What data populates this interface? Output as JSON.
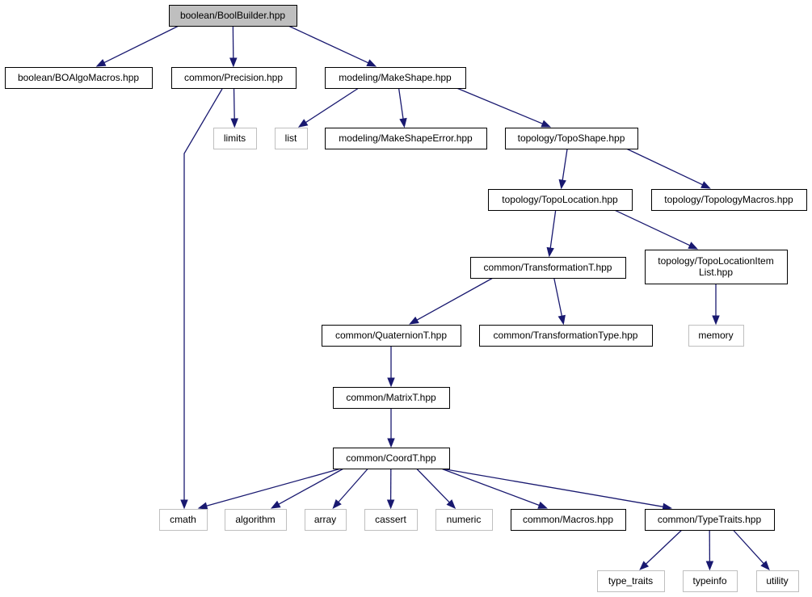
{
  "diagram": {
    "nodes": [
      {
        "id": "root",
        "kind": "root",
        "lines": [
          "boolean/BoolBuilder.hpp"
        ]
      },
      {
        "id": "boalgo",
        "kind": "local",
        "lines": [
          "boolean/BOAlgoMacros.hpp"
        ]
      },
      {
        "id": "precision",
        "kind": "local",
        "lines": [
          "common/Precision.hpp"
        ]
      },
      {
        "id": "makeshape",
        "kind": "local",
        "lines": [
          "modeling/MakeShape.hpp"
        ]
      },
      {
        "id": "limits",
        "kind": "system",
        "lines": [
          "limits"
        ]
      },
      {
        "id": "list",
        "kind": "system",
        "lines": [
          "list"
        ]
      },
      {
        "id": "makeshapeerror",
        "kind": "local",
        "lines": [
          "modeling/MakeShapeError.hpp"
        ]
      },
      {
        "id": "toposhape",
        "kind": "local",
        "lines": [
          "topology/TopoShape.hpp"
        ]
      },
      {
        "id": "topolocation",
        "kind": "local",
        "lines": [
          "topology/TopoLocation.hpp"
        ]
      },
      {
        "id": "topologymacros",
        "kind": "local",
        "lines": [
          "topology/TopologyMacros.hpp"
        ]
      },
      {
        "id": "transformationt",
        "kind": "local",
        "lines": [
          "common/TransformationT.hpp"
        ]
      },
      {
        "id": "topolocationitemlist",
        "kind": "local",
        "lines": [
          "topology/TopoLocationItem",
          "List.hpp"
        ]
      },
      {
        "id": "quaterniont",
        "kind": "local",
        "lines": [
          "common/QuaternionT.hpp"
        ]
      },
      {
        "id": "transformationtype",
        "kind": "local",
        "lines": [
          "common/TransformationType.hpp"
        ]
      },
      {
        "id": "memory",
        "kind": "system",
        "lines": [
          "memory"
        ]
      },
      {
        "id": "matrixt",
        "kind": "local",
        "lines": [
          "common/MatrixT.hpp"
        ]
      },
      {
        "id": "coordt",
        "kind": "local",
        "lines": [
          "common/CoordT.hpp"
        ]
      },
      {
        "id": "cmath",
        "kind": "system",
        "lines": [
          "cmath"
        ]
      },
      {
        "id": "algorithm",
        "kind": "system",
        "lines": [
          "algorithm"
        ]
      },
      {
        "id": "array",
        "kind": "system",
        "lines": [
          "array"
        ]
      },
      {
        "id": "cassert",
        "kind": "system",
        "lines": [
          "cassert"
        ]
      },
      {
        "id": "numeric",
        "kind": "system",
        "lines": [
          "numeric"
        ]
      },
      {
        "id": "macros",
        "kind": "local",
        "lines": [
          "common/Macros.hpp"
        ]
      },
      {
        "id": "typetraits",
        "kind": "local",
        "lines": [
          "common/TypeTraits.hpp"
        ]
      },
      {
        "id": "type_traits",
        "kind": "system",
        "lines": [
          "type_traits"
        ]
      },
      {
        "id": "typeinfo",
        "kind": "system",
        "lines": [
          "typeinfo"
        ]
      },
      {
        "id": "utility",
        "kind": "system",
        "lines": [
          "utility"
        ]
      }
    ],
    "edges": [
      {
        "from": "root",
        "to": "boalgo"
      },
      {
        "from": "root",
        "to": "precision"
      },
      {
        "from": "root",
        "to": "makeshape"
      },
      {
        "from": "precision",
        "to": "limits"
      },
      {
        "from": "precision",
        "to": "cmath"
      },
      {
        "from": "makeshape",
        "to": "list"
      },
      {
        "from": "makeshape",
        "to": "makeshapeerror"
      },
      {
        "from": "makeshape",
        "to": "toposhape"
      },
      {
        "from": "toposhape",
        "to": "topolocation"
      },
      {
        "from": "toposhape",
        "to": "topologymacros"
      },
      {
        "from": "topolocation",
        "to": "transformationt"
      },
      {
        "from": "topolocation",
        "to": "topolocationitemlist"
      },
      {
        "from": "topolocationitemlist",
        "to": "memory"
      },
      {
        "from": "transformationt",
        "to": "quaterniont"
      },
      {
        "from": "transformationt",
        "to": "transformationtype"
      },
      {
        "from": "quaterniont",
        "to": "matrixt"
      },
      {
        "from": "matrixt",
        "to": "coordt"
      },
      {
        "from": "coordt",
        "to": "cmath"
      },
      {
        "from": "coordt",
        "to": "algorithm"
      },
      {
        "from": "coordt",
        "to": "array"
      },
      {
        "from": "coordt",
        "to": "cassert"
      },
      {
        "from": "coordt",
        "to": "numeric"
      },
      {
        "from": "coordt",
        "to": "macros"
      },
      {
        "from": "coordt",
        "to": "typetraits"
      },
      {
        "from": "typetraits",
        "to": "type_traits"
      },
      {
        "from": "typetraits",
        "to": "typeinfo"
      },
      {
        "from": "typetraits",
        "to": "utility"
      }
    ],
    "colors": {
      "root_fill": "#bfbfbf",
      "local_border": "#000000",
      "system_border": "#bfbfbf",
      "edge": "#191970"
    }
  }
}
